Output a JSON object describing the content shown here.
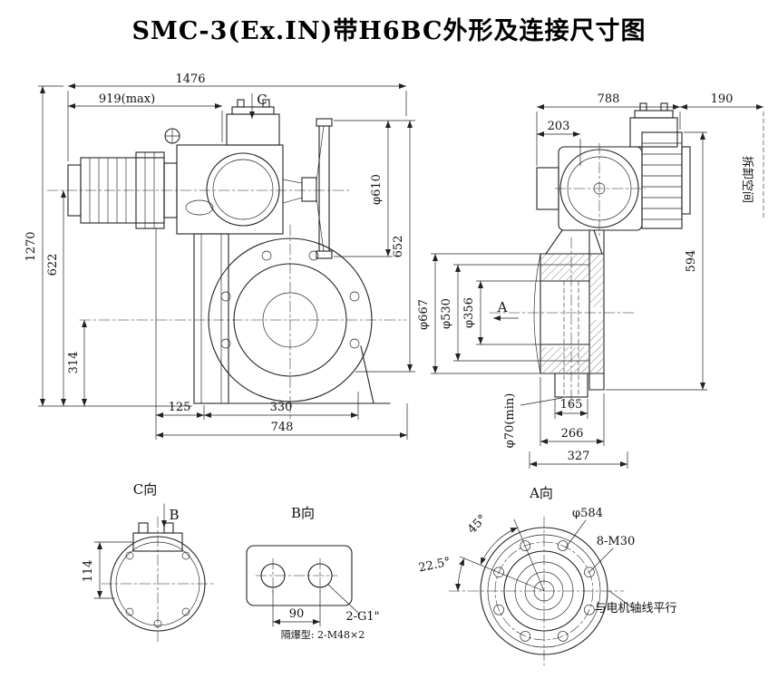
{
  "title": "SMC-3(Ex.IN)带H6BC外形及连接尺寸图",
  "front": {
    "dim_total_width": "1476",
    "dim_max_width": "919(max)",
    "view_c_label": "C",
    "dim_handwheel_dia": "φ610",
    "dim_652": "652",
    "dim_height": "1270",
    "dim_622": "622",
    "dim_314": "314",
    "dim_125": "125",
    "dim_330": "330",
    "dim_748": "748"
  },
  "side": {
    "dim_788": "788",
    "dim_190": "190",
    "dim_203": "203",
    "removal_space": "拆卸空间",
    "dim_594": "594",
    "dim_dia_667": "φ667",
    "dim_dia_530": "φ530",
    "dim_dia_356": "φ356",
    "section_a_label": "A",
    "dim_165": "165",
    "dim_dia_70": "φ70(min)",
    "dim_266": "266",
    "dim_327": "327"
  },
  "view_c": {
    "label": "C向",
    "section_b_label": "B",
    "dim_114": "114"
  },
  "view_b": {
    "label": "B向",
    "dim_90": "90",
    "conduit_label": "2-G1\"",
    "flameproof_note": "隔爆型: 2-M48×2"
  },
  "view_a": {
    "label": "A向",
    "angle_45": "45°",
    "angle_22_5": "22.5°",
    "dim_dia_584": "φ584",
    "bolt_label": "8-M30",
    "parallel_note": "与电机轴线平行"
  }
}
